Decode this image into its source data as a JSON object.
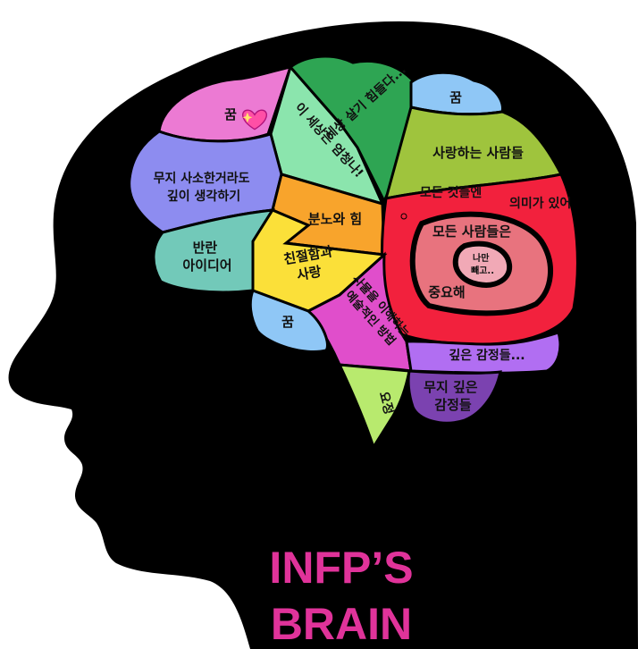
{
  "title_line1": "INFP’S",
  "title_line2": "BRAIN",
  "colors": {
    "title": "#e0339a",
    "head": "#000000"
  },
  "regions": {
    "dream_top_left": "꿈",
    "world_scary": "이 세상은 엄청나!",
    "hard_life": "세상 살기 힘들다...",
    "dream_top_right": "꿈",
    "loved_ones": "사랑하는 사람들",
    "think_deep": "무지 사소한거라도 깊이 생각하기",
    "anger": "분노와 힘",
    "meaning": "모든 것들엔 의미가 있어",
    "everyone_line1": "모든 사람들은",
    "everyone_line2": "중요해",
    "except_me": "나만 빼고..",
    "rebel": "반란 아이디어",
    "kind_love": "친절함과 사랑",
    "understand": "사물을 이해하는 예술적인 방법",
    "dream_bottom": "꿈",
    "deep_emotions": "깊은 감정들...",
    "very_deep": "무지 깊은 감정들",
    "fairy": "요정"
  }
}
